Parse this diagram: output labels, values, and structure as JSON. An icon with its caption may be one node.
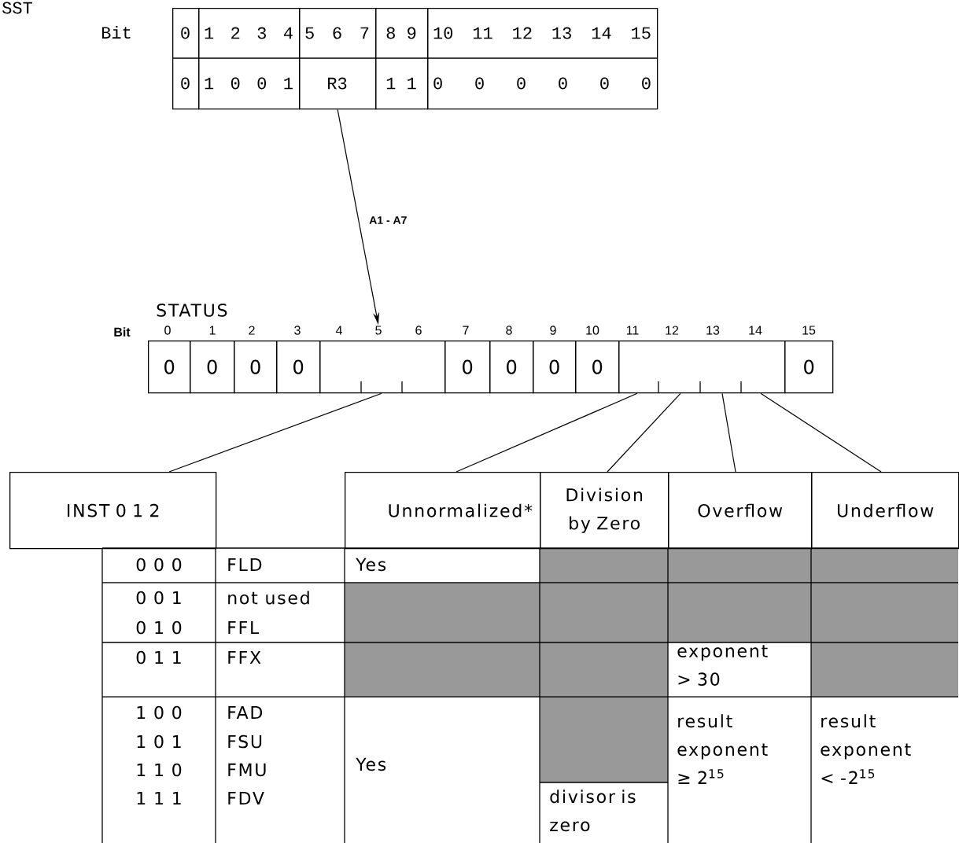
{
  "diagram": {
    "nodes": [
      {
        "text": [
          "0",
          "0"
        ]
      },
      {
        "text": [
          "1 2 3 4",
          "1 0 0 1"
        ]
      },
      {
        "text": [
          "5 6 7",
          "R3"
        ]
      },
      {
        "text": [
          "8 9",
          "1 1"
        ]
      },
      {
        "text": [
          "10 11 12 13 14 15",
          "0 0 0 0 0 0"
        ]
      },
      {
        "text": [
          "STATUS"
        ]
      },
      {
        "text": [
          "5"
        ]
      },
      {
        "text": [
          "0"
        ],
        "in": 5
      },
      {
        "text": [
          "0"
        ],
        "in": 5
      },
      {
        "text": [
          "0"
        ],
        "in": 5
      },
      {
        "text": [
          "0"
        ],
        "in": 5
      },
      {
        "text": [],
        "shape": "box",
        "in": 5
      },
      {
        "text": [
          "0"
        ],
        "in": 5
      },
      {
        "text": [
          "0"
        ],
        "in": 5
      },
      {
        "text": [
          "0"
        ],
        "in": 5
      },
      {
        "text": [
          "0"
        ],
        "in": 5
      },
      {
        "text": [],
        "shape": "box",
        "in": 5
      },
      {
        "text": [
          "0"
        ],
        "in": 5
      },
      {
        "text": [
          "INST 0 1 2"
        ]
      },
      {
        "text": [
          "Unnormalized*"
        ]
      },
      {
        "text": [
          "Division by Zero"
        ]
      },
      {
        "text": [
          "Overflow"
        ]
      },
      {
        "text": [
          "Underflow"
        ]
      }
    ],
    "edges": [
      {
        "from": 2,
        "to": 6,
        "arrow": "to",
        "label": "A1 - A7"
      },
      {
        "from": 11,
        "to": 18,
        "arrow": "none"
      },
      {
        "from": 16,
        "to": 19,
        "arrow": "none"
      },
      {
        "from": 16,
        "to": 20,
        "arrow": "none"
      },
      {
        "from": 16,
        "to": 21,
        "arrow": "none"
      },
      {
        "from": 16,
        "to": 22,
        "arrow": "none"
      }
    ],
    "labels": [
      "SST",
      "Bit",
      "Bit",
      "0",
      "1",
      "2",
      "3",
      "4",
      "6",
      "7",
      "8",
      "9",
      "10",
      "11",
      "12",
      "13",
      "14",
      "15",
      "0 0 0",
      "FLD",
      "Yes",
      "0 0 1",
      "not used",
      "0 1 0",
      "FFL",
      "0 1 1",
      "FFX",
      "exponent > 30",
      "1 0 0",
      "FAD",
      "1 0 1",
      "FSU",
      "1 1 0",
      "FMU",
      "1 1 1",
      "FDV",
      "result exponent ≥ 2$^{15}$",
      "result exponent < -2$^{15}$",
      "Yes",
      "divisor is zero"
    ]
  }
}
